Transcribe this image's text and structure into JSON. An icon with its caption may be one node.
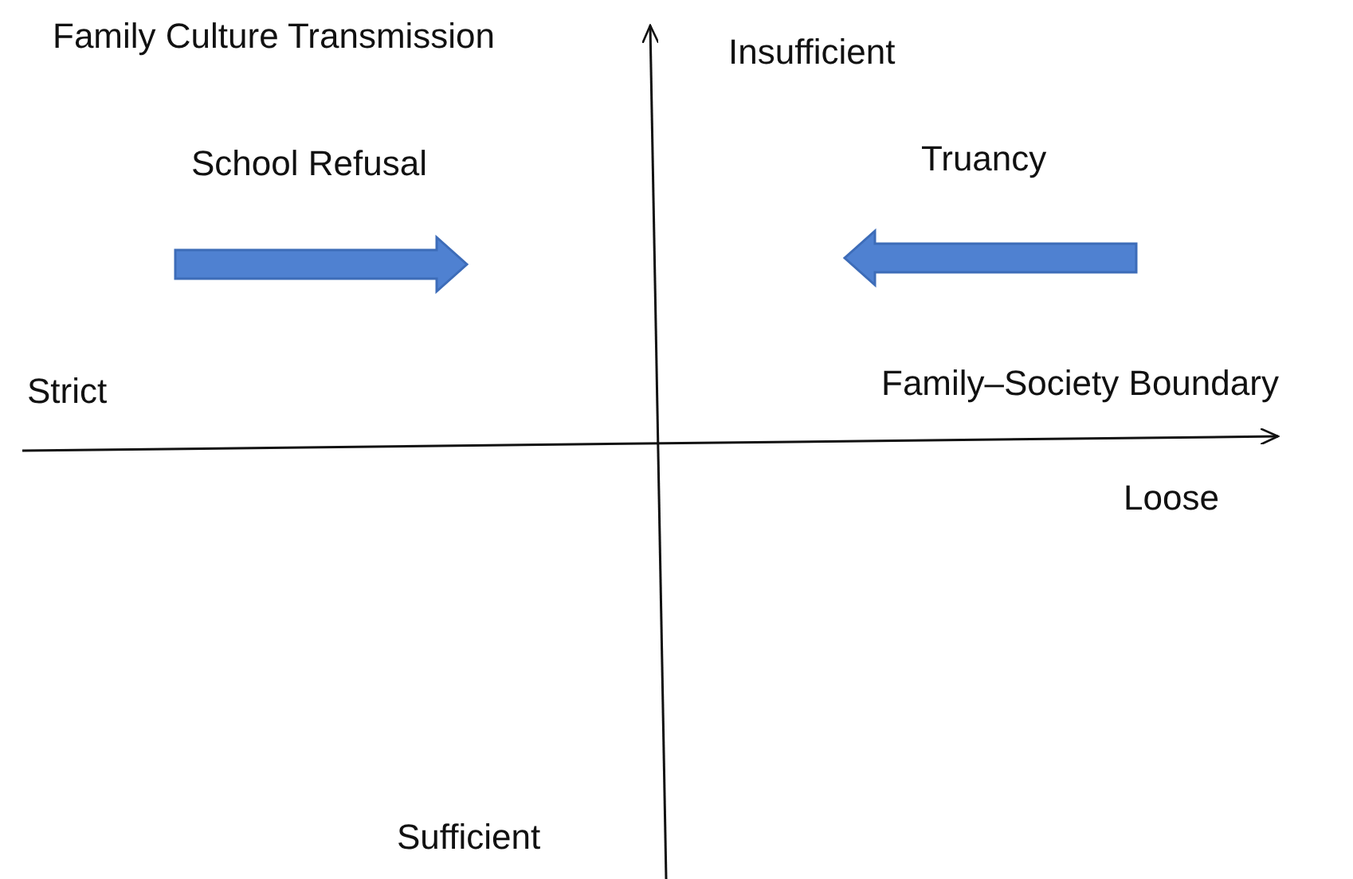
{
  "diagram": {
    "labels": [
      "Family Culture Transmission",
      "Insufficient",
      "School Refusal",
      "Truancy",
      "Strict",
      "Family–Society Boundary",
      "Loose",
      "Sufficient"
    ]
  }
}
